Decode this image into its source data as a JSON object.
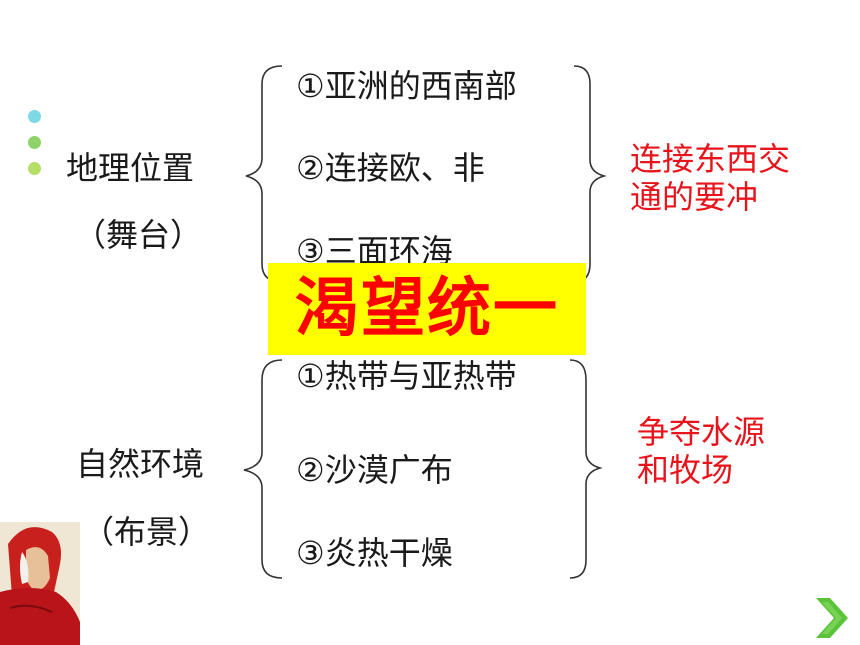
{
  "geography": {
    "title": "地理位置",
    "subtitle": "（舞台）",
    "items": [
      "①亚洲的西南部",
      "②连接欧、非",
      "③三面环海"
    ],
    "conclusion_line1": "连接东西交",
    "conclusion_line2": "通的要冲"
  },
  "nature": {
    "title": "自然环境",
    "subtitle": "（布景）",
    "items": [
      "①热带与亚热带",
      "②沙漠广布",
      "③炎热干燥"
    ],
    "conclusion_line1": "争夺水源",
    "conclusion_line2": "和牧场"
  },
  "banner": {
    "text": "渴望统一"
  },
  "colors": {
    "accent_red": "#e8141c",
    "banner_bg": "#ffff00",
    "banner_text": "#ff0000",
    "next_arrow": "#5cc23a"
  },
  "icons": [
    "bullet-dot-icon",
    "portrait-image",
    "next-arrow-icon"
  ]
}
